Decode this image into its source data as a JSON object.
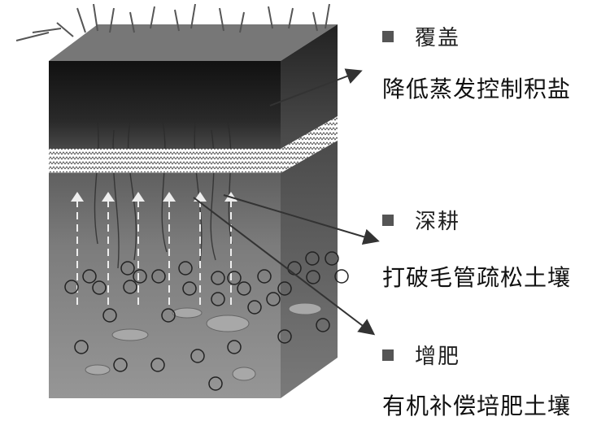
{
  "labels": [
    {
      "heading": "覆盖",
      "description": "降低蒸发控制积盐"
    },
    {
      "heading": "深耕",
      "description": "打破毛管疏松土壤"
    },
    {
      "heading": "增肥",
      "description": "有机补偿培肥土壤"
    }
  ],
  "colors": {
    "grass": "#5a5a5a",
    "topsoil": "#1e1e1e",
    "subsoil": "#6d6d6d",
    "deep_soil": "#8a8a8a",
    "arrow": "#333333",
    "bullet": "#555555"
  },
  "icons": [
    "square-bullet-icon",
    "capillary-arrow-icon",
    "organic-particle-icon"
  ]
}
